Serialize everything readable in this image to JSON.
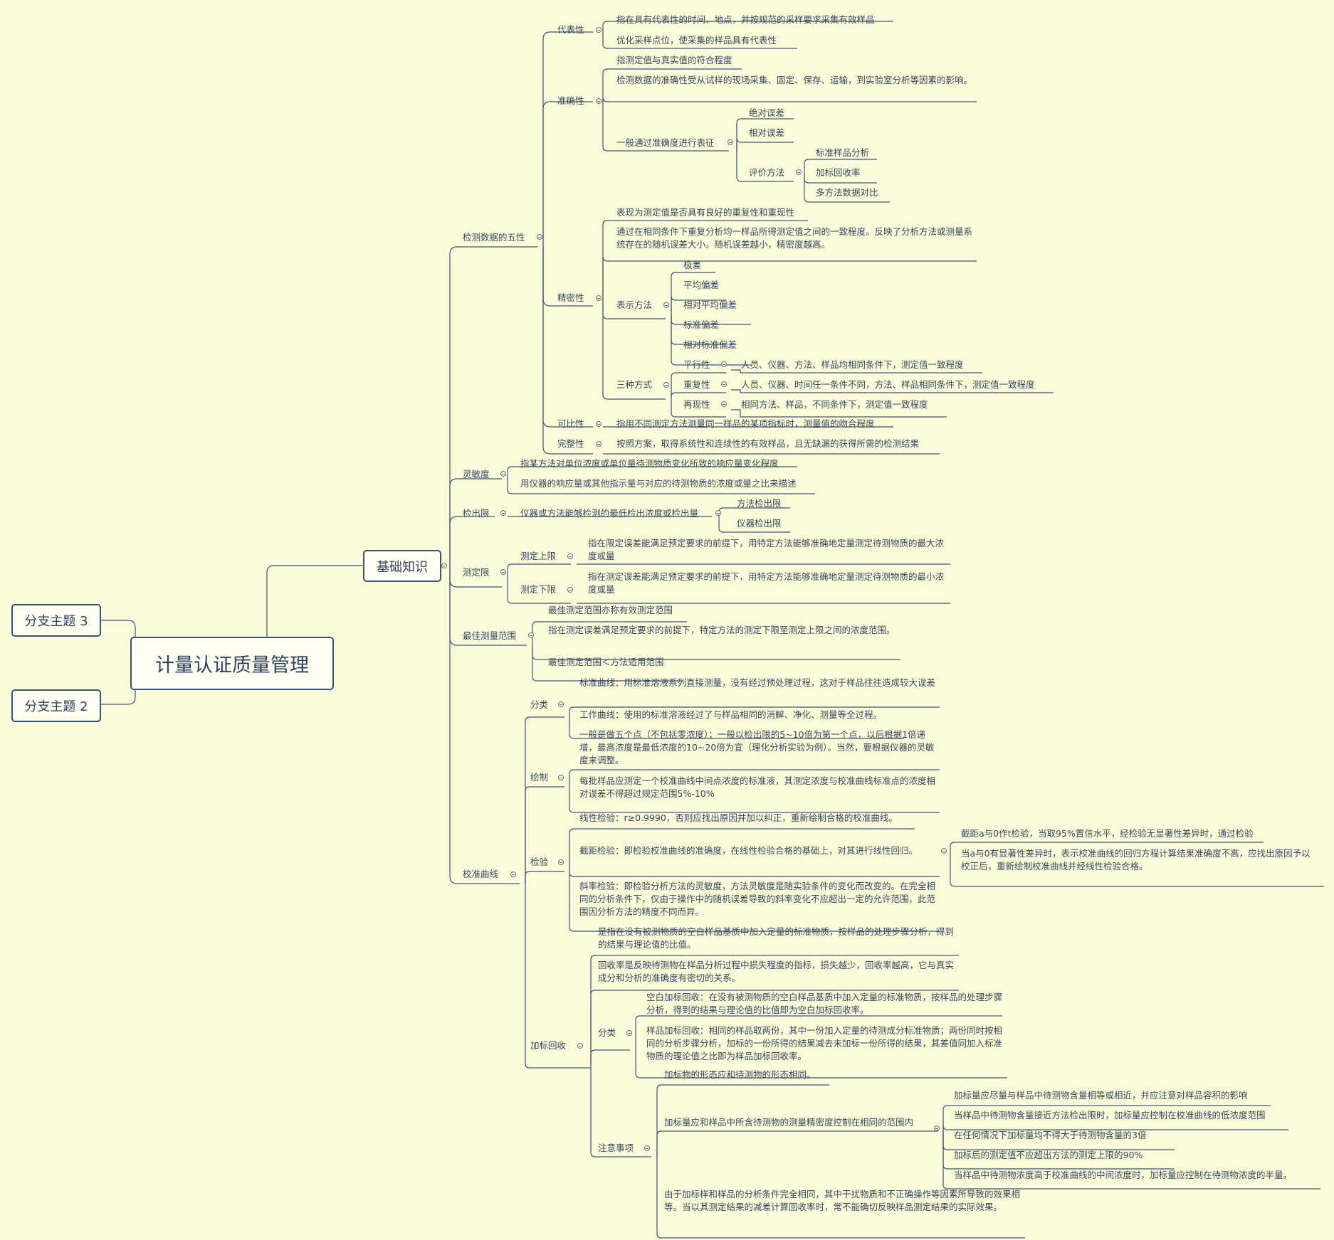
{
  "root": "计量认证质量管理",
  "b3": "分支主题 3",
  "b2": "分支主题 2",
  "main": "基础知识",
  "n": {
    "wuxing": "检测数据的五性",
    "daibiao": "代表性",
    "daibiao1": "指在具有代表性的时间、地点，并按规范的采样要求采集有效样品",
    "daibiao2": "优化采样点位，使采集的样品具有代表性",
    "zhunque": "准确性",
    "zq1": "指测定值与真实值的符合程度",
    "zq2": "检测数据的准确性受从试样的现场采集、固定、保存、运输，到实验室分析等因素的影响。",
    "zq3": "一般通过准确度进行表征",
    "zq3a": "绝对误差",
    "zq3b": "相对误差",
    "zq3c": "评价方法",
    "zq3c1": "标准样品分析",
    "zq3c2": "加标回收率",
    "zq3c3": "多方法数据对比",
    "jingmi": "精密性",
    "jm1": "表现为测定值是否具有良好的重复性和重现性",
    "jm2": "通过在相同条件下重复分析均一样品所得测定值之间的一致程度。反映了分析方法或测量系统存在的随机误差大小。随机误差越小，精密度越高。",
    "jm3": "表示方法",
    "jm3a": "极差",
    "jm3b": "平均偏差",
    "jm3c": "相对平均偏差",
    "jm3d": "标准偏差",
    "jm3e": "相对标准偏差",
    "jm4": "三种方式",
    "jm4a": "平行性",
    "jm4a1": "人员、仪器、方法、样品均相同条件下，测定值一致程度",
    "jm4b": "重复性",
    "jm4b1": "人员、仪器、时间任一条件不同，方法、样品相同条件下，测定值一致程度",
    "jm4c": "再现性",
    "jm4c1": "相同方法、样品，不同条件下，测定值一致程度",
    "kebi": "可比性",
    "kebi1": "指用不同测定方法测量同一样品的某项指标时，测量值的吻合程度",
    "wanzheng": "完整性",
    "wanzheng1": "按照方案，取得系统性和连续性的有效样品，且无缺漏的获得所需的检测结果",
    "lingmin": "灵敏度",
    "lm1": "指某方法对单位浓度或单位量待测物质变化所致的响应量变化程度",
    "lm2": "用仪器的响应量或其他指示量与对应的待测物质的浓度或量之比来描述",
    "jianchu": "检出限",
    "jc1": "仪器或方法能够检测的最低检出浓度或检出量",
    "jc1a": "方法检出限",
    "jc1b": "仪器检出限",
    "cedingxian": "测定限",
    "cdsx": "测定上限",
    "cdsx1": "指在限定误差能满足预定要求的前提下，用特定方法能够准确地定量测定待测物质的最大浓度或量",
    "cdxx": "测定下限",
    "cdxx1": "指在测定误差能满足预定要求的前提下，用特定方法能够准确地定量测定待测物质的最小浓度或量",
    "zuijia": "最佳测量范围",
    "zj1": "最佳测定范围亦称有效测定范围",
    "zj2": "指在测定误差满足预定要求的前提下，特定方法的测定下限至测定上限之间的浓度范围。",
    "zj3": "最佳测定范围＜方法适用范围",
    "jiaozhun": "校准曲线",
    "fenlei": "分类",
    "fl1": "标准曲线：用标准溶液系列直接测量，没有经过预处理过程，这对于样品往往造成较大误差",
    "fl2": "工作曲线：使用的标准溶液经过了与样品相同的消解、净化、测量等全过程。",
    "huizhi": "绘制",
    "hz1": "一般是做五个点（不包括零浓度）；一般以检出限的5~10倍为第一个点，以后根据1倍递增，最高浓度是最低浓度的10~20倍为宜（理化分析实验为例）。当然，要根据仪器的灵敏度来调整。",
    "hz2": "每批样品应测定一个校准曲线中间点浓度的标准液，其测定浓度与校准曲线标准点的浓度相对误差不得超过规定范围5%-10%",
    "jianyan": "检验",
    "jy1": "线性检验：r≥0.9990，否则应找出原因并加以纠正，重新绘制合格的校准曲线。",
    "jy2": "截距检验：即检验校准曲线的准确度，在线性检验合格的基础上，对其进行线性回归。",
    "jy2a": "截距a与0作t检验，当取95%置信水平，经检验无显著性差异时，通过检验",
    "jy2b": "当a与0有显著性差异时，表示校准曲线的回归方程计算结果准确度不高，应找出原因予以校正后，重新绘制校准曲线并经线性检验合格。",
    "jy3": "斜率检验：即检验分析方法的灵敏度，方法灵敏度是随实验条件的变化而改变的。在完全相同的分析条件下，仅由于操作中的随机误差导致的斜率变化不应超出一定的允许范围，此范围因分析方法的精度不同而异。",
    "jiabiao": "加标回收",
    "jb1": "是指在没有被测物质的空白样品基质中加入定量的标准物质，按样品的处理步骤分析，得到的结果与理论值的比值。",
    "jb2": "回收率是反映待测物在样品分析过程中损失程度的指标，损失越少，回收率越高，它与真实成分和分析的准确度有密切的关系。",
    "jbfl": "分类",
    "jbfl1": "空白加标回收：在没有被测物质的空白样品基质中加入定量的标准物质，按样品的处理步骤分析，得到的结果与理论值的比值即为空白加标回收率。",
    "jbfl2": "样品加标回收：相同的样品取两份，其中一份加入定量的待测成分标准物质；两份同时按相同的分析步骤分析，加标的一份所得的结果减去未加标一份所得的结果，其差值同加入标准物质的理论值之比即为样品加标回收率。",
    "zhuyi": "注意事项",
    "zy1": "加标物的形态应和待测物的形态相同。",
    "zy2": "加标量应和样品中所含待测物的测量精密度控制在相同的范围内",
    "zy2a": "加标量应尽量与样品中待测物含量相等或相近，并应注意对样品容积的影响",
    "zy2b": "当样品中待测物含量接近方法检出限时，加标量应控制在校准曲线的低浓度范围",
    "zy2c": "在任何情况下加标量均不得大于待测物含量的3倍",
    "zy2d": "加标后的测定值不应超出方法的测定上限的90%",
    "zy2e": "当样品中待测物浓度高于校准曲线的中间浓度时，加标量应控制在待测物浓度的半量。",
    "zy3": "由于加标样和样品的分析条件完全相同，其中干扰物质和不正确操作等因素所导致的效果相等。当以其测定结果的减差计算回收率时，常不能确切反映样品测定结果的实际效果。"
  }
}
